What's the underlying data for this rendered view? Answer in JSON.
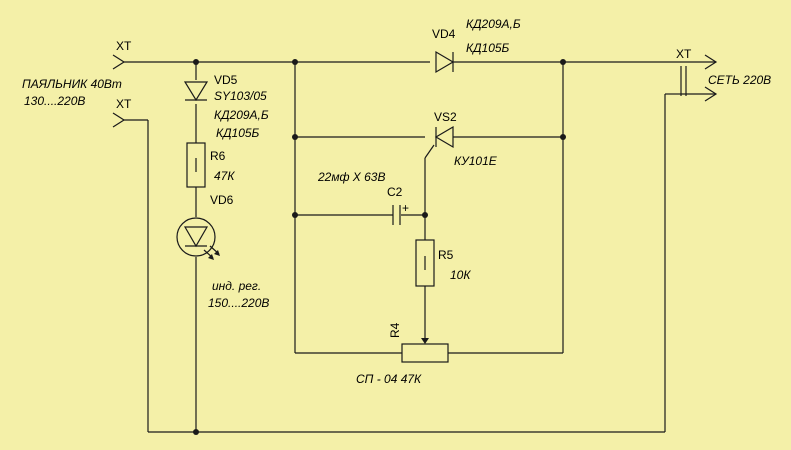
{
  "labels": {
    "xt_top_left": "XT",
    "xt_mid_left": "XT",
    "xt_right": "XT",
    "soldering_iron": "ПАЯЛЬНИК 40Вт",
    "soldering_range": "130....220В",
    "mains": "СЕТЬ 220В",
    "vd4_name": "VD4",
    "vd4_type": "КД209А,Б",
    "vd4_alt": "КД105Б",
    "vd5_name": "VD5",
    "vd5_type1": "SY103/05",
    "vd5_type2": "КД209А,Б",
    "vd5_type3": "КД105Б",
    "r6_name": "R6",
    "r6_value": "47К",
    "vd6_name": "VD6",
    "ind_label": "инд. рег.",
    "ind_range": "150....220В",
    "vs2_name": "VS2",
    "vs2_type": "КУ101Е",
    "c2_spec": "22мф Х  63В",
    "c2_name": "C2",
    "c2_polarity": "+",
    "r5_name": "R5",
    "r5_value": "10К",
    "r4_name": "R4",
    "r4_spec": "СП - 04  47К"
  },
  "colors": {
    "background": "#f4f0a8",
    "ink": "#1a1a1a"
  }
}
